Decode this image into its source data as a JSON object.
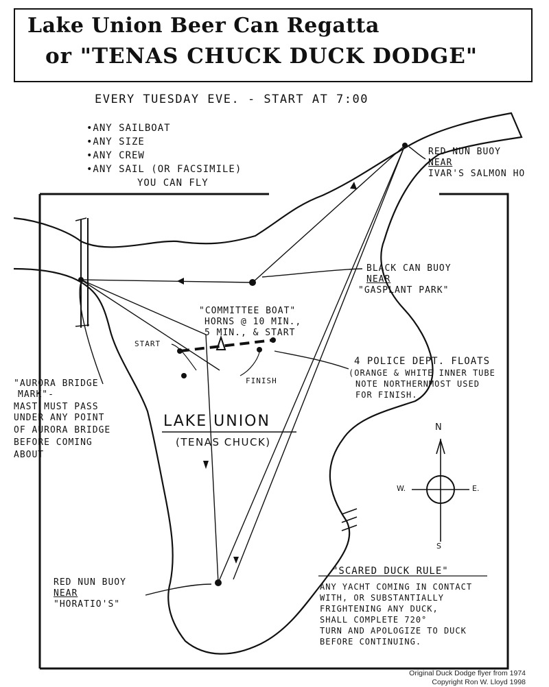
{
  "title": {
    "line1": "Lake Union Beer Can Regatta",
    "line2": "or \"TENAS CHUCK DUCK DODGE\""
  },
  "schedule": "EVERY TUESDAY EVE. - START AT 7:00",
  "rules": [
    "•ANY SAILBOAT",
    "•ANY SIZE",
    "•ANY CREW",
    "•ANY SAIL (OR FACSIMILE)",
    "YOU CAN FLY"
  ],
  "labels": {
    "red_nun_north": [
      "RED NUN BUOY",
      "NEAR",
      "IVAR'S SALMON HO"
    ],
    "black_can": [
      "BLACK CAN BUOY",
      "NEAR",
      "\"GASPLANT PARK\""
    ],
    "committee_boat": [
      "\"COMMITTEE BOAT\"",
      "HORNS @ 10 MIN.,",
      "5 MIN., & START"
    ],
    "start": "START",
    "finish": "FINISH",
    "police_floats": [
      "4 POLICE DEPT. FLOATS",
      "(ORANGE & WHITE INNER TUBE",
      "NOTE NORTHERNMOST USED",
      "FOR FINISH."
    ],
    "aurora": [
      "\"AURORA BRIDGE",
      "MARK\"-",
      "MAST MUST PASS",
      "UNDER ANY POINT",
      "OF AURORA BRIDGE",
      "BEFORE COMING",
      "ABOUT"
    ],
    "lake_union": "LAKE UNION",
    "tenas_chuck": "(TENAS CHUCK)",
    "red_nun_south": [
      "RED NUN BUOY",
      "NEAR",
      "\"HORATIO'S\""
    ],
    "scared_duck_title": "\"SCARED DUCK RULE\"",
    "scared_duck": [
      "ANY YACHT COMING IN CONTACT",
      "WITH, OR SUBSTANTIALLY",
      "FRIGHTENING ANY DUCK,",
      "SHALL COMPLETE 720°",
      "TURN AND APOLOGIZE TO DUCK",
      "BEFORE CONTINUING."
    ]
  },
  "compass": {
    "n": "N",
    "s": "S",
    "e": "E.",
    "w": "W."
  },
  "credit": [
    "Original Duck Dodge flyer from 1974",
    "Copyright Ron W. Lloyd 1998"
  ]
}
